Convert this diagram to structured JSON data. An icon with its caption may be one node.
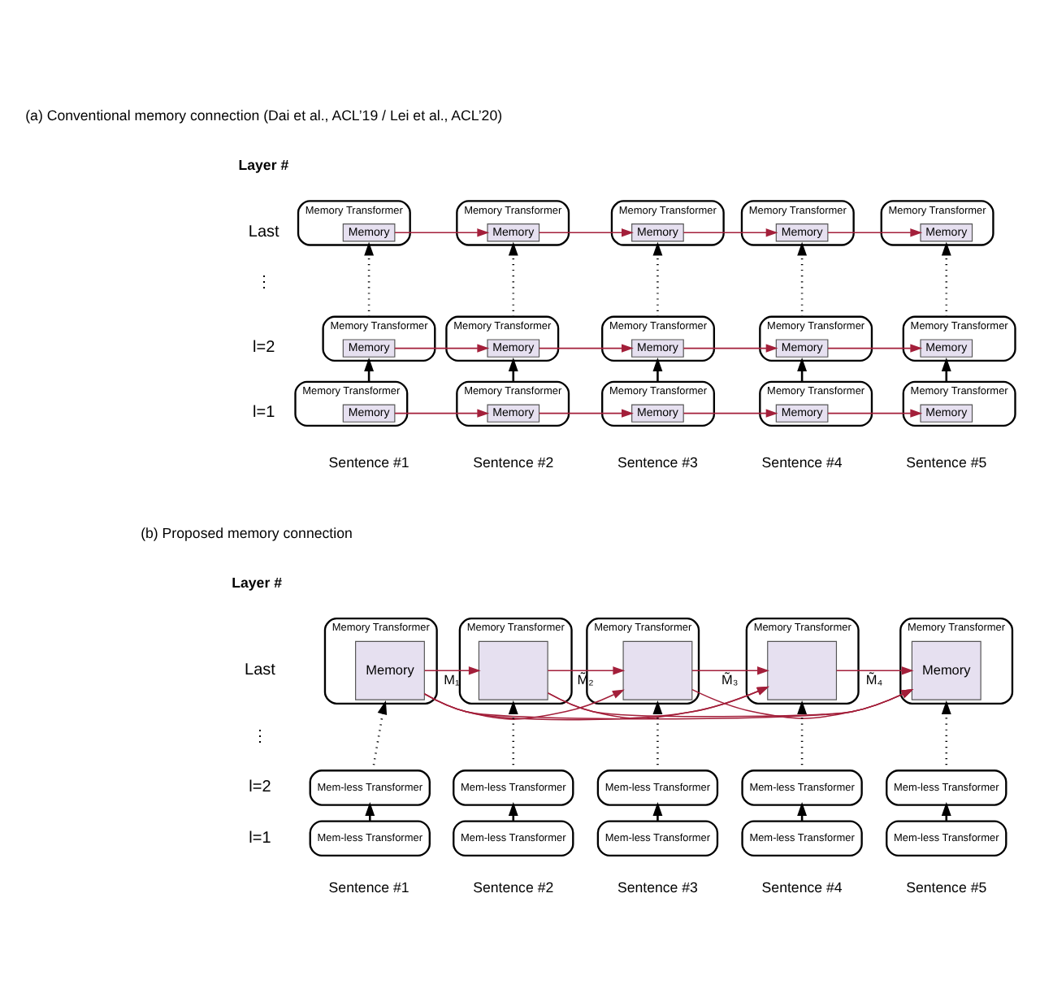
{
  "diagram": {
    "nodes": [
      {
        "text": [
          "Memory Transformer"
        ]
      },
      {
        "text": [
          "Memory"
        ],
        "in": 0
      },
      {
        "text": [
          "Memory Transformer"
        ]
      },
      {
        "text": [
          "Memory"
        ],
        "in": 2
      },
      {
        "text": [
          "Memory Transformer"
        ]
      },
      {
        "text": [
          "Memory"
        ],
        "in": 4
      },
      {
        "text": [
          "Memory Transformer"
        ]
      },
      {
        "text": [
          "Memory"
        ],
        "in": 6
      },
      {
        "text": [
          "Memory Transformer"
        ]
      },
      {
        "text": [
          "Memory"
        ],
        "in": 8
      },
      {
        "text": [
          "Memory Transformer"
        ]
      },
      {
        "text": [
          "Memory"
        ],
        "in": 10
      },
      {
        "text": [
          "Memory Transformer"
        ]
      },
      {
        "text": [
          "Memory"
        ],
        "in": 12
      },
      {
        "text": [
          "Memory Transformer"
        ]
      },
      {
        "text": [
          "Memory"
        ],
        "in": 14
      },
      {
        "text": [
          "Memory Transformer"
        ]
      },
      {
        "text": [
          "Memory"
        ],
        "in": 16
      },
      {
        "text": [
          "Memory Transformer"
        ]
      },
      {
        "text": [
          "Memory"
        ],
        "in": 18
      },
      {
        "text": [
          "Memory Transformer"
        ]
      },
      {
        "text": [
          "Memory"
        ],
        "in": 20
      },
      {
        "text": [
          "Memory Transformer"
        ]
      },
      {
        "text": [
          "Memory"
        ],
        "in": 22
      },
      {
        "text": [
          "Memory Transformer"
        ]
      },
      {
        "text": [
          "Memory"
        ],
        "in": 24
      },
      {
        "text": [
          "Memory Transformer"
        ]
      },
      {
        "text": [
          "Memory"
        ],
        "in": 26
      },
      {
        "text": [
          "Memory Transformer"
        ]
      },
      {
        "text": [
          "Memory"
        ],
        "in": 28
      },
      {
        "text": [
          "Memory Transformer"
        ]
      },
      {
        "text": [
          "Memory"
        ],
        "in": 30
      },
      {
        "text": [
          "Memory Transformer"
        ]
      },
      {
        "text": [],
        "shape": "box",
        "in": 32
      },
      {
        "text": [
          "Memory Transformer"
        ]
      },
      {
        "text": [],
        "shape": "box",
        "in": 34
      },
      {
        "text": [
          "Memory Transformer"
        ]
      },
      {
        "text": [],
        "shape": "box",
        "in": 36
      },
      {
        "text": [
          "Memory Transformer"
        ]
      },
      {
        "text": [
          "Memory"
        ],
        "in": 38
      },
      {
        "text": [
          "Mem-less Transformer"
        ]
      },
      {
        "text": [
          "Mem-less Transformer"
        ]
      },
      {
        "text": [
          "Mem-less Transformer"
        ]
      },
      {
        "text": [
          "Mem-less Transformer"
        ]
      },
      {
        "text": [
          "Mem-less Transformer"
        ]
      },
      {
        "text": [
          "Mem-less Transformer"
        ]
      },
      {
        "text": [
          "Mem-less Transformer"
        ]
      },
      {
        "text": [
          "Mem-less Transformer"
        ]
      },
      {
        "text": [
          "Mem-less Transformer"
        ]
      },
      {
        "text": [
          "Mem-less Transformer"
        ]
      }
    ],
    "edges": [
      {
        "from": 1,
        "to": 3,
        "arrow": "to",
        "color": "#a31f3a"
      },
      {
        "from": 3,
        "to": 5,
        "arrow": "to",
        "color": "#a31f3a"
      },
      {
        "from": 5,
        "to": 7,
        "arrow": "to",
        "color": "#a31f3a"
      },
      {
        "from": 7,
        "to": 9,
        "arrow": "to",
        "color": "#a31f3a"
      },
      {
        "from": 11,
        "to": 13,
        "arrow": "to",
        "color": "#a31f3a"
      },
      {
        "from": 13,
        "to": 15,
        "arrow": "to",
        "color": "#a31f3a"
      },
      {
        "from": 15,
        "to": 17,
        "arrow": "to",
        "color": "#a31f3a"
      },
      {
        "from": 17,
        "to": 19,
        "arrow": "to",
        "color": "#a31f3a"
      },
      {
        "from": 21,
        "to": 23,
        "arrow": "to",
        "color": "#a31f3a"
      },
      {
        "from": 23,
        "to": 25,
        "arrow": "to",
        "color": "#a31f3a"
      },
      {
        "from": 25,
        "to": 27,
        "arrow": "to",
        "color": "#a31f3a"
      },
      {
        "from": 27,
        "to": 29,
        "arrow": "to",
        "color": "#a31f3a"
      },
      {
        "from": 20,
        "to": 10,
        "arrow": "to",
        "color": "#000000"
      },
      {
        "from": 22,
        "to": 12,
        "arrow": "to",
        "color": "#000000"
      },
      {
        "from": 24,
        "to": 14,
        "arrow": "to",
        "color": "#000000"
      },
      {
        "from": 26,
        "to": 16,
        "arrow": "to",
        "color": "#000000"
      },
      {
        "from": 28,
        "to": 18,
        "arrow": "to",
        "color": "#000000"
      },
      {
        "from": 10,
        "to": 0,
        "arrow": "to",
        "style": "dashed",
        "color": "#000000"
      },
      {
        "from": 12,
        "to": 2,
        "arrow": "to",
        "style": "dashed",
        "color": "#000000"
      },
      {
        "from": 14,
        "to": 4,
        "arrow": "to",
        "style": "dashed",
        "color": "#000000"
      },
      {
        "from": 16,
        "to": 6,
        "arrow": "to",
        "style": "dashed",
        "color": "#000000"
      },
      {
        "from": 18,
        "to": 8,
        "arrow": "to",
        "style": "dashed",
        "color": "#000000"
      },
      {
        "from": 31,
        "to": 33,
        "arrow": "to",
        "color": "#a31f3a",
        "label": "M₁"
      },
      {
        "from": 31,
        "to": 35,
        "arrow": "to",
        "color": "#a31f3a"
      },
      {
        "from": 31,
        "to": 37,
        "arrow": "to",
        "color": "#a31f3a"
      },
      {
        "from": 31,
        "to": 39,
        "arrow": "to",
        "color": "#a31f3a"
      },
      {
        "from": 33,
        "to": 35,
        "arrow": "to",
        "color": "#a31f3a",
        "label": "M̃₂"
      },
      {
        "from": 33,
        "to": 37,
        "arrow": "to",
        "color": "#a31f3a"
      },
      {
        "from": 33,
        "to": 39,
        "arrow": "to",
        "color": "#a31f3a"
      },
      {
        "from": 35,
        "to": 37,
        "arrow": "to",
        "color": "#a31f3a",
        "label": "M̃₃"
      },
      {
        "from": 35,
        "to": 39,
        "arrow": "to",
        "color": "#a31f3a"
      },
      {
        "from": 37,
        "to": 39,
        "arrow": "to",
        "color": "#a31f3a",
        "label": "M̃₄"
      },
      {
        "from": 45,
        "to": 40,
        "arrow": "to",
        "color": "#000000"
      },
      {
        "from": 46,
        "to": 41,
        "arrow": "to",
        "color": "#000000"
      },
      {
        "from": 47,
        "to": 42,
        "arrow": "to",
        "color": "#000000"
      },
      {
        "from": 48,
        "to": 43,
        "arrow": "to",
        "color": "#000000"
      },
      {
        "from": 49,
        "to": 44,
        "arrow": "to",
        "color": "#000000"
      },
      {
        "from": 40,
        "to": 30,
        "arrow": "to",
        "style": "dashed",
        "color": "#000000"
      },
      {
        "from": 41,
        "to": 32,
        "arrow": "to",
        "style": "dashed",
        "color": "#000000"
      },
      {
        "from": 42,
        "to": 34,
        "arrow": "to",
        "style": "dashed",
        "color": "#000000"
      },
      {
        "from": 43,
        "to": 36,
        "arrow": "to",
        "style": "dashed",
        "color": "#000000"
      },
      {
        "from": 44,
        "to": 38,
        "arrow": "to",
        "style": "dashed",
        "color": "#000000"
      }
    ],
    "labels": [
      "(a) Conventional memory connection (Dai et al., ACL’19 / Lei et al., ACL’20)",
      "Layer #",
      "Last",
      "⋮",
      "l=2",
      "l=1",
      "Sentence #1",
      "Sentence #2",
      "Sentence #3",
      "Sentence #4",
      "Sentence #5",
      "(b) Proposed memory connection",
      "Layer #",
      "Last",
      "⋮",
      "l=2",
      "l=1",
      "Sentence #1",
      "Sentence #2",
      "Sentence #3",
      "Sentence #4",
      "Sentence #5"
    ]
  }
}
